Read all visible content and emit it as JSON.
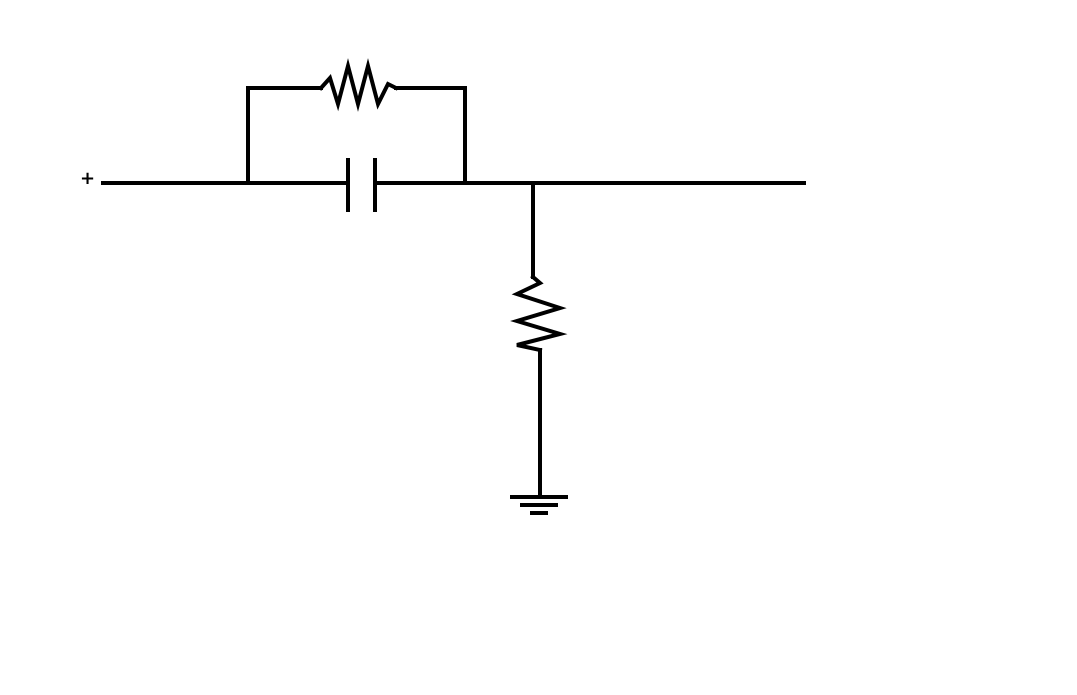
{
  "diagram": {
    "input_terminal_label": "+",
    "stroke_color": "#000000",
    "background_color": "#ffffff",
    "components": [
      {
        "id": "R1",
        "type": "resistor",
        "role": "series, in parallel with C1"
      },
      {
        "id": "C1",
        "type": "capacitor",
        "role": "series, in parallel with R1"
      },
      {
        "id": "R2",
        "type": "resistor",
        "role": "shunt to ground"
      },
      {
        "id": "GND",
        "type": "ground"
      }
    ]
  }
}
